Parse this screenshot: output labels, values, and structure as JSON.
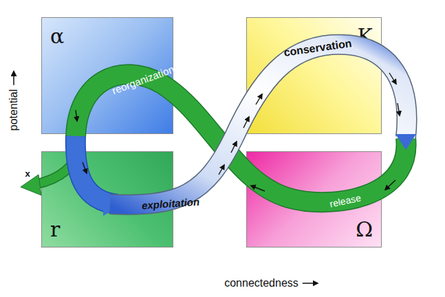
{
  "diagram": {
    "nodes": [
      {
        "text": [
          "α"
        ]
      },
      {
        "text": [
          "K"
        ]
      },
      {
        "text": [
          "r"
        ]
      },
      {
        "text": [
          "Ω"
        ]
      }
    ],
    "labels": [
      "reorganization",
      "conservation",
      "exploitation",
      "release",
      "x",
      "potential",
      "connectedness"
    ]
  }
}
